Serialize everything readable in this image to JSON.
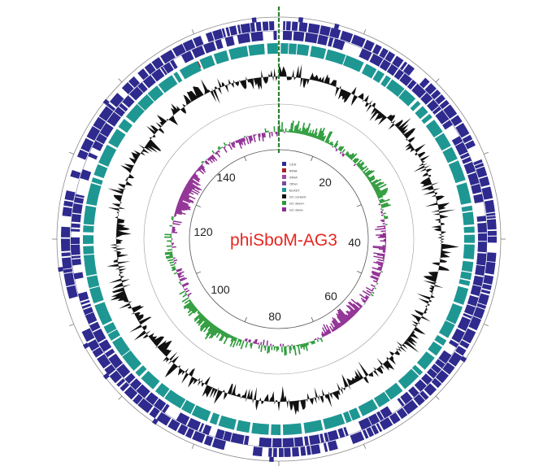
{
  "map": {
    "genome_name": "phiSboM-AG3",
    "position_labels": [
      "20",
      "40",
      "60",
      "80",
      "100",
      "120",
      "140"
    ],
    "legend": [
      {
        "label": "CDS",
        "color": "#2e2a8e"
      },
      {
        "label": "tRNA",
        "color": "#a3242b"
      },
      {
        "label": "rRNA",
        "color": "#a14aa0"
      },
      {
        "label": "Other",
        "color": "#7a4a9b"
      },
      {
        "label": "BLAST",
        "color": "#1e9793"
      },
      {
        "label": "GC content",
        "color": "#111111"
      },
      {
        "label": "GC skew+",
        "color": "#2c9a3a"
      },
      {
        "label": "GC skew-",
        "color": "#8e2c92"
      }
    ],
    "colors": {
      "cds": "#2e2a8e",
      "trna": "#a3242b",
      "blast": "#1e9793",
      "gc_content": "#111111",
      "gc_skew_pos": "#2c9a3a",
      "gc_skew_neg": "#8e2c92",
      "title": "#e8251f",
      "marker": "#2e7d32"
    }
  }
}
